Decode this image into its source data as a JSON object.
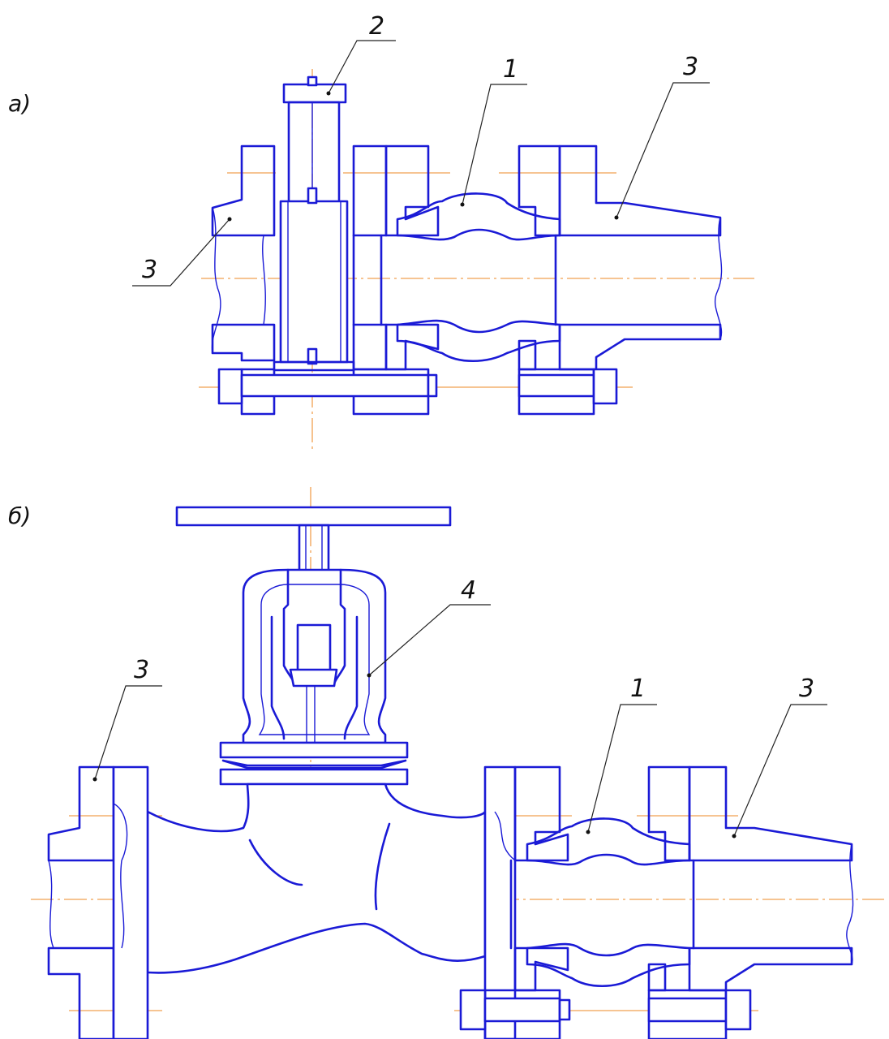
{
  "colors": {
    "line": "#1a1ad6",
    "axis": "#f0a050",
    "hatch": "#444444",
    "text": "#111111"
  },
  "view_a": {
    "caption": "а)",
    "labels": {
      "valve_mark": "2",
      "sleeve_mark": "1",
      "pipe_right_mark": "3",
      "pipe_left_mark": "3"
    }
  },
  "view_b": {
    "caption": "б)",
    "labels": {
      "valve_mark": "4",
      "pipe_left_mark": "3",
      "sleeve_mark": "1",
      "pipe_right_mark": "3"
    }
  }
}
